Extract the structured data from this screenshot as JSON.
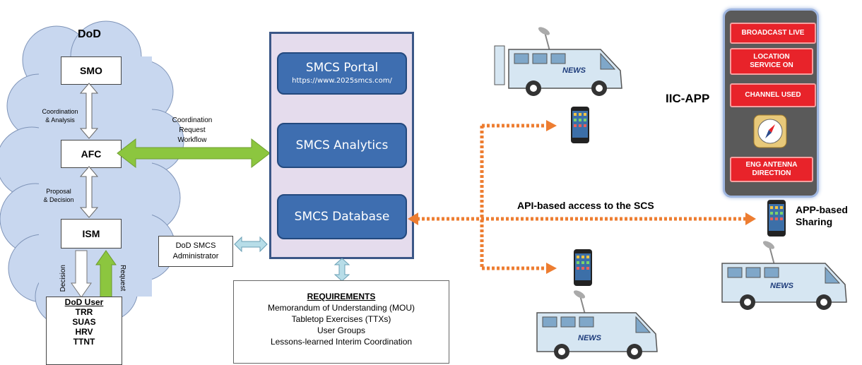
{
  "dod": {
    "title": "DoD",
    "smo": "SMO",
    "coordination_analysis": [
      "Coordination",
      "& Analysis"
    ],
    "afc": "AFC",
    "proposal_decision": [
      "Proposal",
      "& Decision"
    ],
    "ism": "ISM",
    "decision": "Decision",
    "request": "Request",
    "user_title": "DoD User",
    "user_items": [
      "TRR",
      "SUAS",
      "HRV",
      "TTNT"
    ]
  },
  "workflow_label": [
    "Coordination",
    "Request",
    "Workflow"
  ],
  "admin_label": [
    "DoD SMCS",
    "Administrator"
  ],
  "smcs": {
    "portal_title": "SMCS Portal",
    "portal_url": "https://www.2025smcs.com/",
    "analytics": "SMCS Analytics",
    "database": "SMCS Database"
  },
  "requirements": {
    "title": "REQUIREMENTS",
    "items": [
      "Memorandum of Understanding (MOU)",
      "Tabletop Exercises (TTXs)",
      "User Groups",
      "Lessons-learned Interim Coordination"
    ]
  },
  "api_label": "API-based access to the SCS",
  "iic_app": {
    "label": "IIC-APP",
    "buttons": [
      "BROADCAST LIVE",
      "LOCATION SERVICE ON",
      "CHANNEL USED",
      "ENG ANTENNA DIRECTION"
    ]
  },
  "app_sharing": [
    "APP-based",
    "Sharing"
  ],
  "van_text": "NEWS",
  "colors": {
    "cloud": "#c8d7ef",
    "smcs_box": "#e5dced",
    "smcs_border": "#3b5787",
    "blue_button": "#3e6eb0",
    "green_arrow": "#8cc63f",
    "orange_dots": "#ed7d31",
    "light_blue_arrow": "#b7dde8",
    "red_button": "#e8232a"
  }
}
